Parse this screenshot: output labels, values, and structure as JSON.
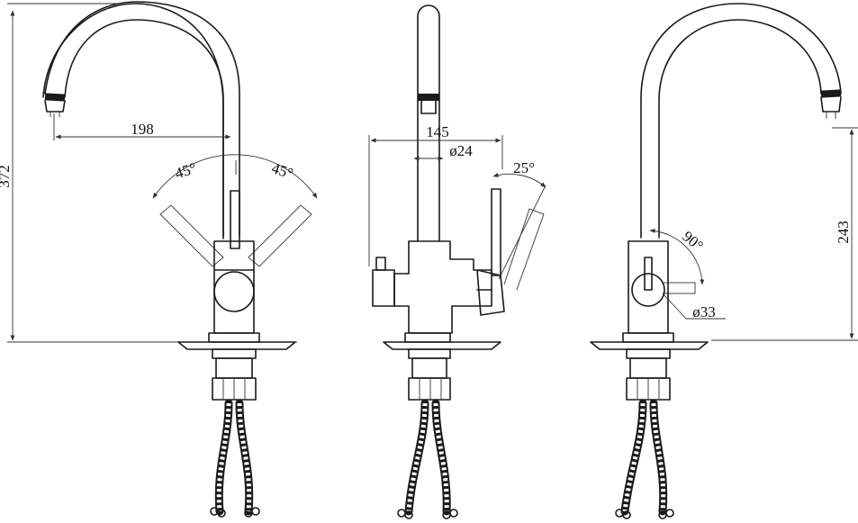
{
  "views": [
    {
      "id": "front-view",
      "dimensions": {
        "total_height": "372",
        "spout_reach": "198",
        "lever_angle_left": "45°",
        "lever_angle_right": "45°"
      }
    },
    {
      "id": "side-view",
      "dimensions": {
        "overall_depth": "145",
        "body_diameter": "ø24",
        "lever_angle": "25°"
      }
    },
    {
      "id": "rear-view",
      "dimensions": {
        "spout_height": "243",
        "lever_rotation": "90°",
        "base_diameter": "ø33"
      }
    }
  ]
}
